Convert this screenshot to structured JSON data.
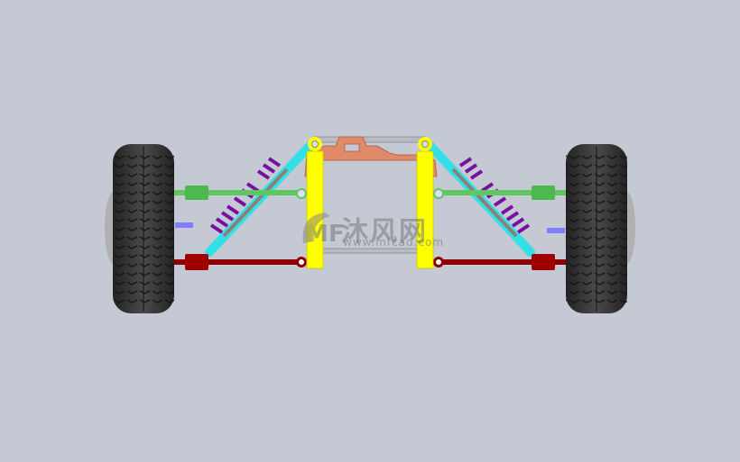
{
  "scene": {
    "description": "Double wishbone suspension CAD model, front view",
    "background_color": "#c5c9d4",
    "colors": {
      "tire": "#3a3a3a",
      "upright": "#ffff00",
      "upper_arm": "#5ec85e",
      "lower_arm": "#8b0000",
      "damper": "#33e0e8",
      "spring": "#7a10a0",
      "crossmember": "#e08a6a",
      "frame": "#b9bcc6",
      "bracket": "#8080ff"
    }
  },
  "watermark": {
    "brand_text": "沐风网",
    "url_text": "www.mfcad.com"
  }
}
